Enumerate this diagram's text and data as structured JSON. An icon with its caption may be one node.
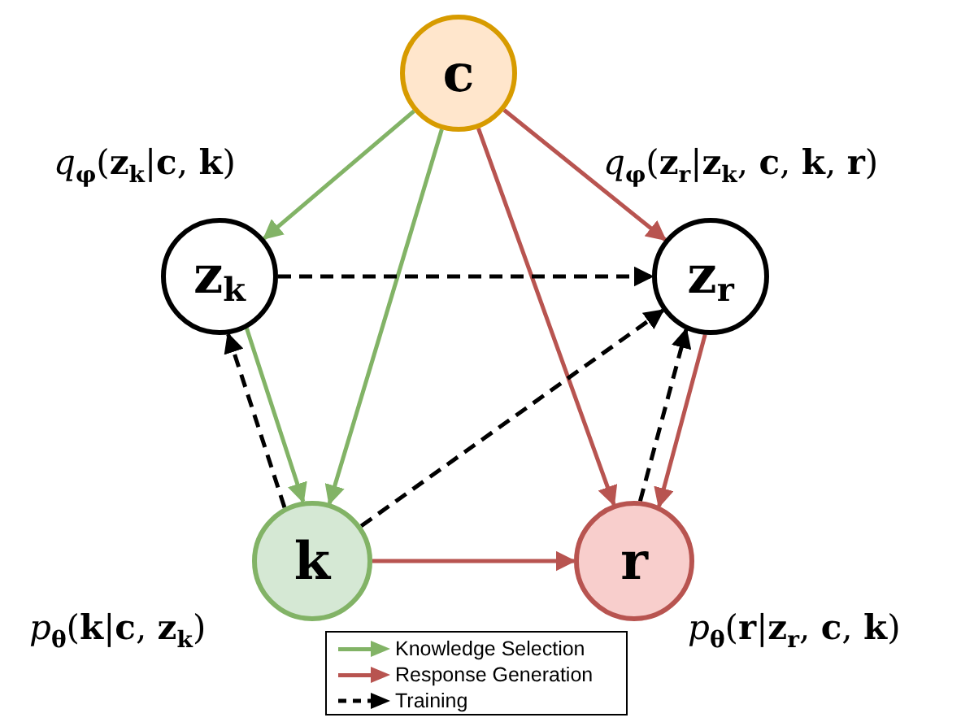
{
  "diagram": {
    "nodes": [
      {
        "text": [
          "c"
        ]
      },
      {
        "text": [
          "z$_{k}$"
        ],
        "beside": [
          "*q*$_{φ}$(**z**$_{k}$|**c**, **k**)"
        ]
      },
      {
        "text": [
          "z$_{r}$"
        ],
        "beside": [
          "*q*$_{φ}$(**z**$_{r}$|**z**$_{k}$, **c**, **k**, **r**)"
        ]
      },
      {
        "text": [
          "k"
        ],
        "beside": [
          "*p*$_{θ}$(**k**|**c**, **z**$_{k}$)"
        ]
      },
      {
        "text": [
          "r"
        ],
        "beside": [
          "*p*$_{θ}$(**r**|**z**$_{r}$, **c**, **k**)"
        ]
      }
    ],
    "edges": [
      {
        "from": 0,
        "to": 1,
        "arrow": "to",
        "color": "#82b366"
      },
      {
        "from": 0,
        "to": 3,
        "arrow": "to",
        "color": "#82b366"
      },
      {
        "from": 1,
        "to": 3,
        "arrow": "to",
        "color": "#82b366"
      },
      {
        "from": 0,
        "to": 2,
        "arrow": "to",
        "color": "#b85450"
      },
      {
        "from": 0,
        "to": 4,
        "arrow": "to",
        "color": "#b85450"
      },
      {
        "from": 2,
        "to": 4,
        "arrow": "to",
        "color": "#b85450"
      },
      {
        "from": 3,
        "to": 4,
        "arrow": "to",
        "color": "#b85450"
      },
      {
        "from": 1,
        "to": 2,
        "arrow": "to",
        "style": "dashed",
        "color": "#000000"
      },
      {
        "from": 3,
        "to": 1,
        "arrow": "to",
        "style": "dashed",
        "color": "#000000"
      },
      {
        "from": 3,
        "to": 2,
        "arrow": "to",
        "style": "dashed",
        "color": "#000000"
      },
      {
        "from": 4,
        "to": 2,
        "arrow": "to",
        "style": "dashed",
        "color": "#000000"
      }
    ],
    "legend": [
      {
        "text": "Knowledge Selection",
        "color": "#82b366"
      },
      {
        "text": "Response Generation",
        "color": "#b85450"
      },
      {
        "text": "Training"
      }
    ]
  }
}
